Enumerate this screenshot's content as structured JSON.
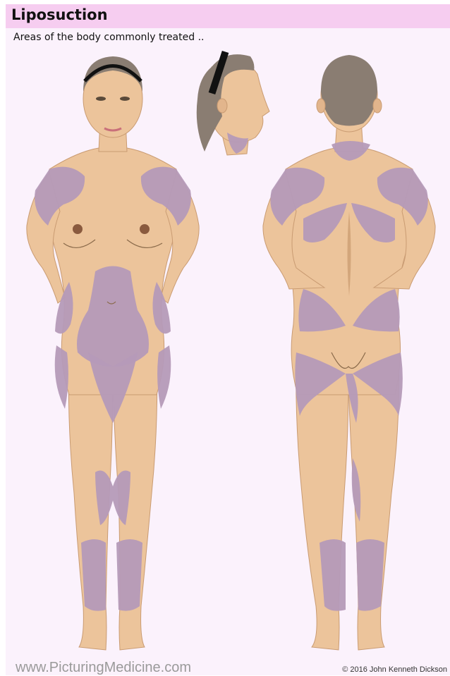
{
  "header": {
    "title": "Liposuction"
  },
  "subtitle": "Areas of the body commonly treated ..",
  "footer": {
    "website": "www.PicturingMedicine.com",
    "copyright": "© 2016 John Kenneth Dickson"
  },
  "colors": {
    "title_bar": "#f6cdf0",
    "background": "#fbf2fc",
    "skin": "#ecc49b",
    "treated_area": "#b59ab8",
    "hair": "#8a7d72"
  },
  "views": [
    "front",
    "side-head",
    "back"
  ]
}
